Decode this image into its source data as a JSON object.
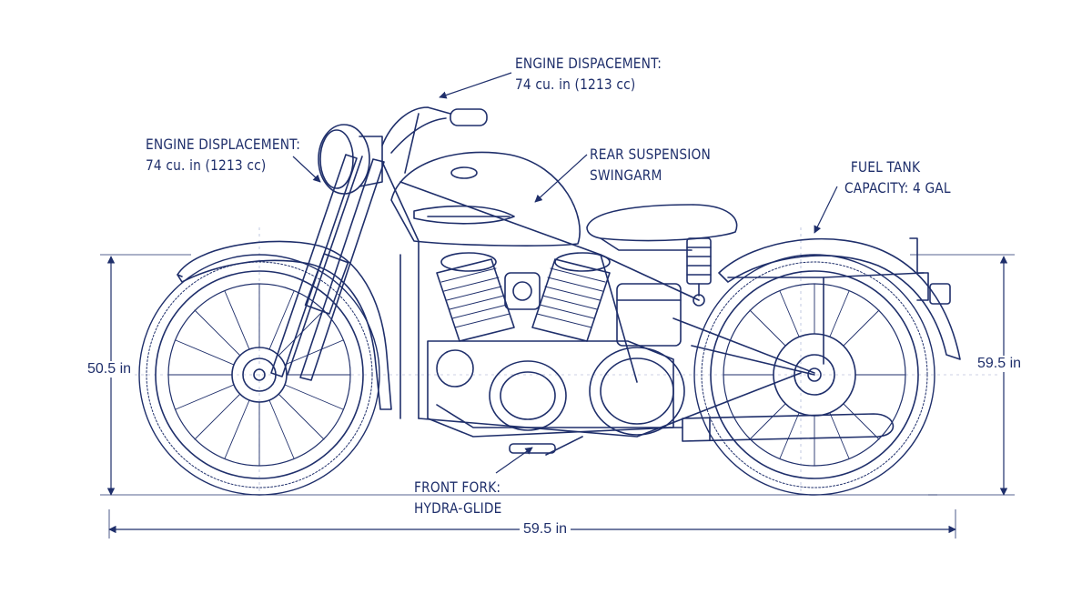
{
  "labels": {
    "engine_top_line1": "ENGINE DISPACEMENT:",
    "engine_top_line2": "74 cu. in (1213 cc)",
    "engine_left_line1": "ENGINE DISPLACEMENT:",
    "engine_left_line2": "74 cu. in (1213 cc)",
    "rear_suspension_line1": "REAR SUSPENSION",
    "rear_suspension_line2": "SWINGARM",
    "fuel_tank_line1": "FUEL TANK",
    "fuel_tank_line2": "CAPACITY: 4 GAL",
    "front_fork_line1": "FRONT FORK:",
    "front_fork_line2": "HYDRA-GLIDE"
  },
  "dimensions": {
    "left_height": "50.5 in",
    "right_height": "59.5 in",
    "overall_length": "59.5 in"
  },
  "colors": {
    "ink": "#1f2f6b",
    "ink_light": "#5a6ba6",
    "paper": "#ffffff"
  }
}
